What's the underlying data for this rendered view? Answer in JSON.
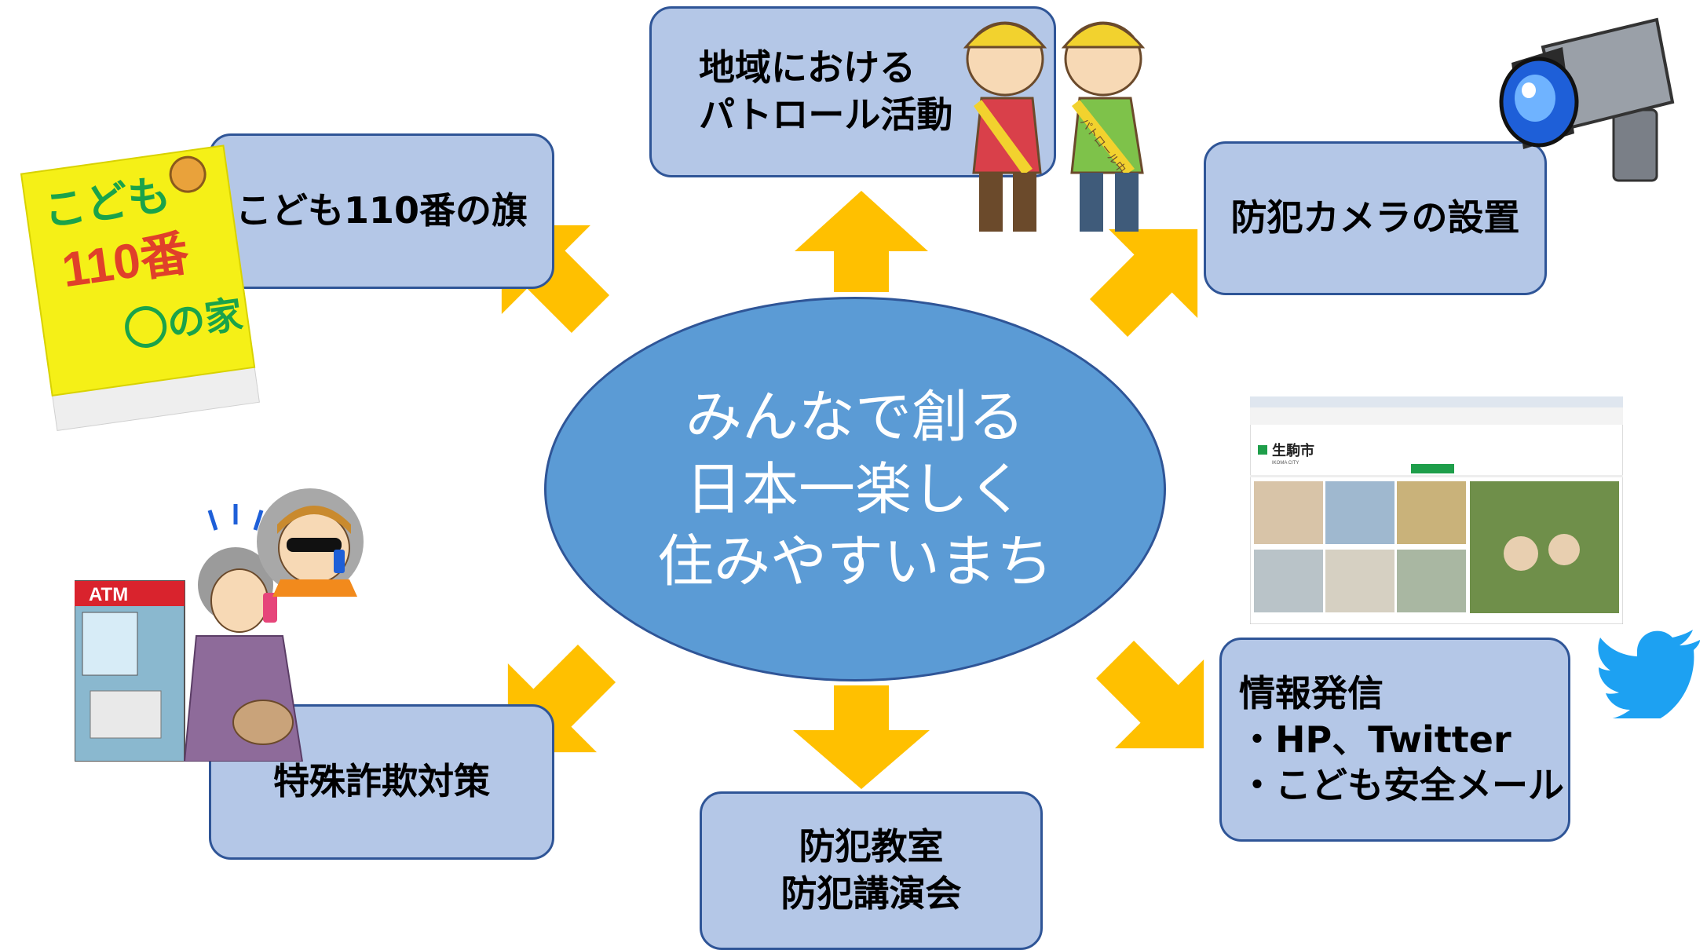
{
  "center": {
    "lines": [
      "みんなで創る",
      "日本一楽しく",
      "住みやすいまち"
    ]
  },
  "measures": {
    "patrol": {
      "lines": [
        "地域における",
        "パトロール活動"
      ]
    },
    "flag": {
      "label": "こども110番の旗"
    },
    "camera": {
      "label": "防犯カメラの設置"
    },
    "info": {
      "lines": [
        "情報発信",
        "・HP、Twitter",
        "・こども安全メール"
      ]
    },
    "fraud": {
      "label": "特殊詐欺対策"
    },
    "classes": {
      "lines": [
        "防犯教室",
        "防犯講演会"
      ]
    }
  },
  "illustrations": {
    "flag_sign": {
      "lines": [
        "こども",
        "110番",
        "の家"
      ]
    },
    "patrol_sash": "パトロール中",
    "atm_sign": "ATM",
    "website": {
      "city_name": "生駒市",
      "city_sub": "IKOMA CITY"
    }
  },
  "colors": {
    "box_fill": "#b4c7e7",
    "box_border": "#2f5597",
    "hub_fill": "#5b9bd5",
    "arrow": "#ffc000"
  },
  "icons": [
    "patrol-children-icon",
    "security-camera-icon",
    "kodomo-110-flag-icon",
    "atm-fraud-call-icon",
    "website-screenshot-icon",
    "twitter-bird-icon"
  ]
}
